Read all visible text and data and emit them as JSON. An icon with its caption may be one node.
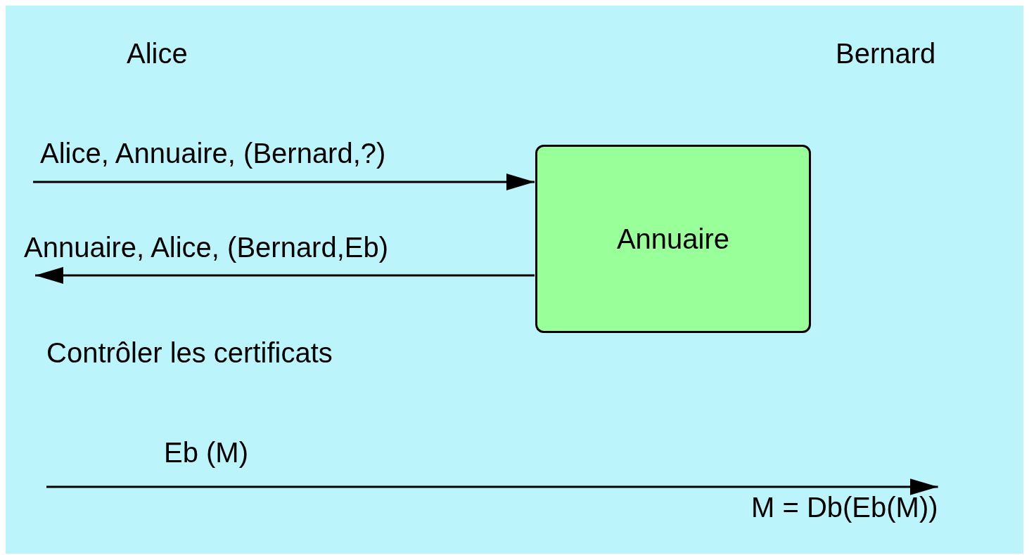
{
  "diagram": {
    "nodes": [
      {
        "text": [
          "Annuaire"
        ]
      },
      {
        "text": [
          "M = Db(Eb(M))"
        ]
      }
    ],
    "edges": [
      {
        "from": null,
        "to": 0,
        "arrow": "to",
        "label": "Alice, Annuaire, (Bernard,?)"
      },
      {
        "from": 0,
        "to": null,
        "arrow": "to",
        "label": "Annuaire, Alice, (Bernard,Eb)"
      },
      {
        "from": null,
        "to": 1,
        "arrow": "to",
        "label": "Eb (M)"
      }
    ],
    "labels": [
      "Alice",
      "Bernard",
      "Contrôler les certificats"
    ]
  }
}
